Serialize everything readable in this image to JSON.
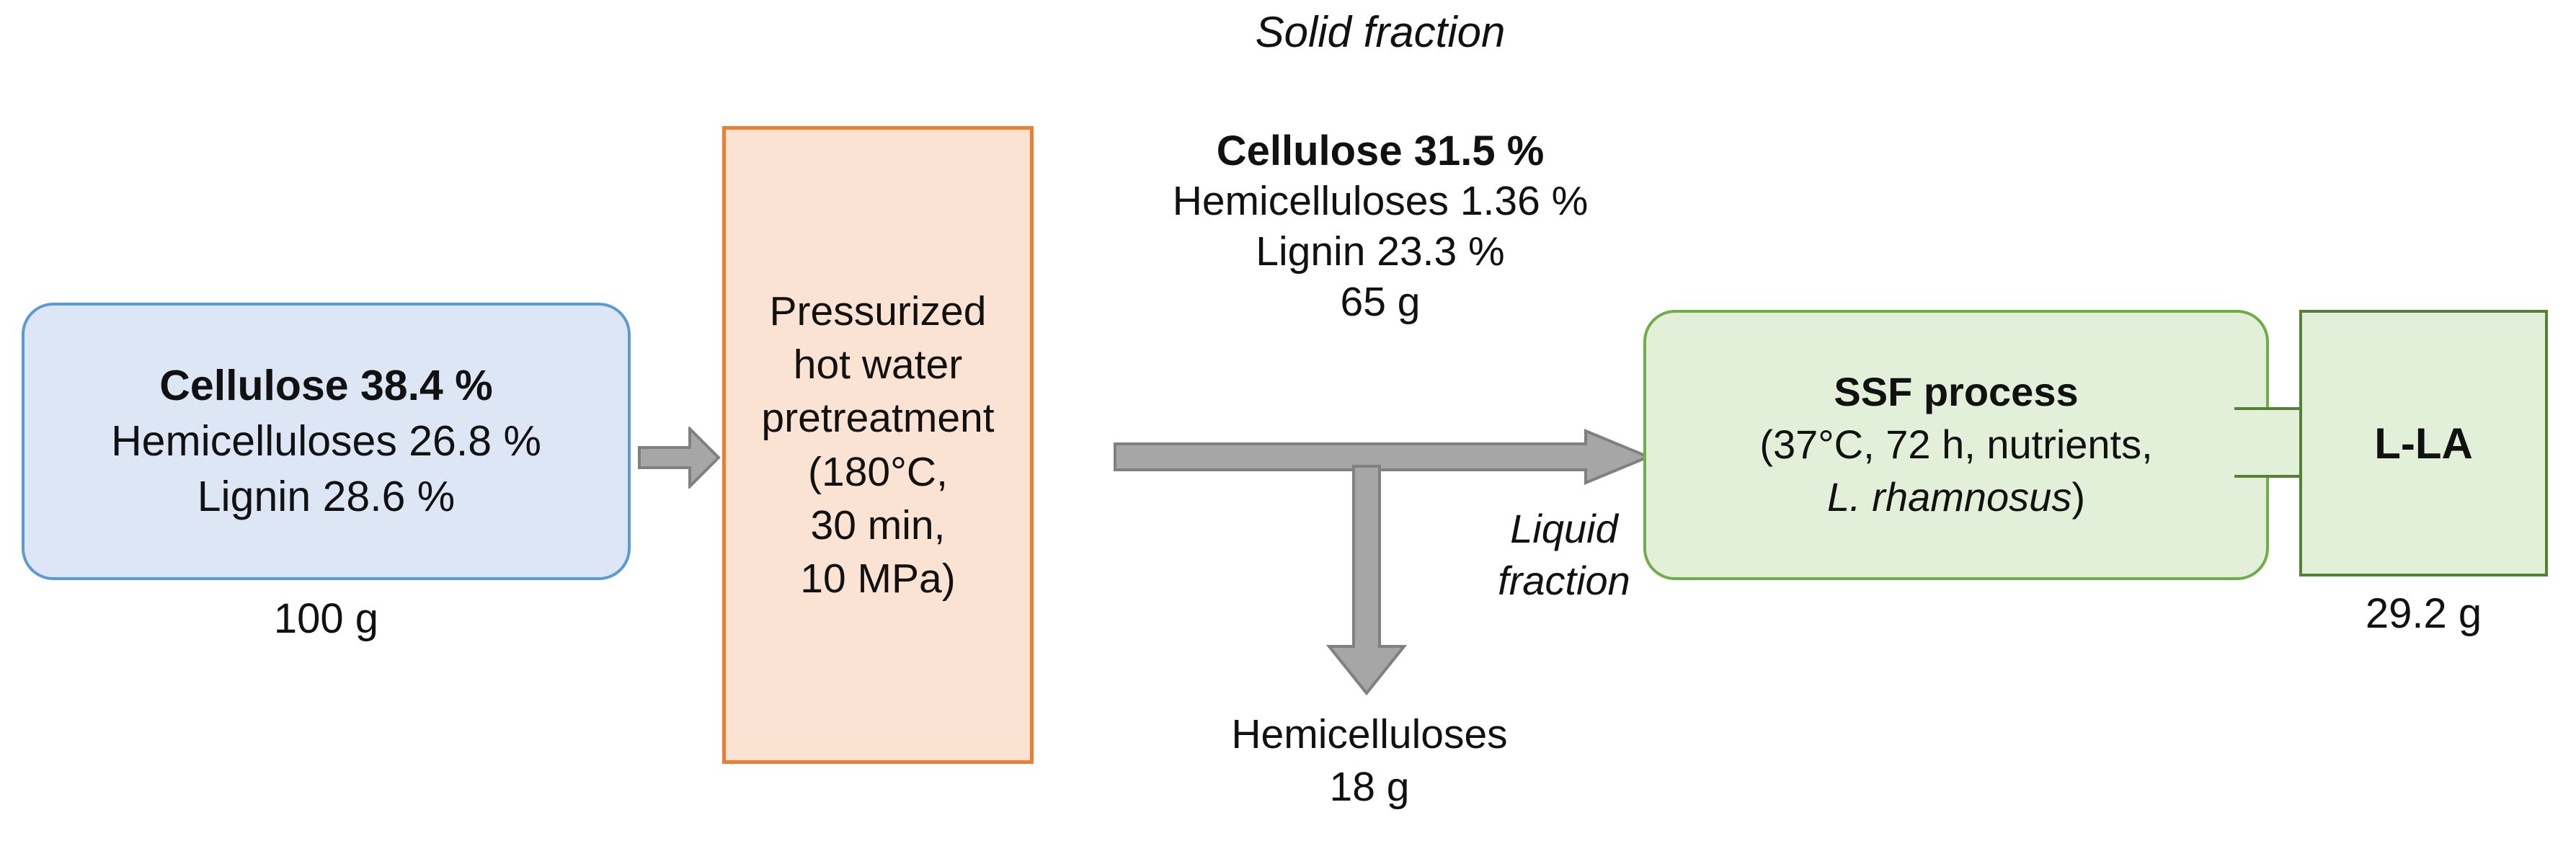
{
  "diagram": {
    "title": "Pressurized hot water pretreatment and SSF process flow for L-lactic acid production",
    "colors": {
      "feedstock_fill": "#dce6f4",
      "feedstock_border": "#5b9bd5",
      "pretreatment_fill": "#fbe3d3",
      "pretreatment_border": "#ed7d31",
      "process_fill": "#e2efd9",
      "process_border": "#70ad47",
      "product_border": "#548235",
      "arrow_fill": "#a6a6a6",
      "arrow_stroke": "#808080",
      "text": "#111111"
    }
  },
  "feedstock": {
    "line1": "Cellulose 38.4 %",
    "line2": "Hemicelluloses 26.8 %",
    "line3": "Lignin 28.6 %",
    "caption": "100 g"
  },
  "pretreatment": {
    "line1": "Pressurized",
    "line2": "hot water",
    "line3": "pretreatment",
    "line4": "(180°C,",
    "line5": "30 min,",
    "line6": "10 MPa)"
  },
  "solid_fraction": {
    "label": "Solid fraction",
    "line1": "Cellulose 31.5 %",
    "line2": "Hemicelluloses 1.36 %",
    "line3": "Lignin 23.3 %",
    "line4": "65 g"
  },
  "liquid_fraction": {
    "label_line1": "Liquid",
    "label_line2": "fraction",
    "line1": "Hemicelluloses",
    "line2": "18 g"
  },
  "ssf": {
    "line1": "SSF process",
    "line2": "(37°C, 72 h, nutrients,",
    "line3_italic": "L. rhamnosus",
    "line3_tail": ")"
  },
  "product": {
    "label": "L-LA",
    "caption": "29.2 g"
  },
  "icons": {
    "arrow_feed_to_pretreatment": "arrow-right-icon",
    "arrow_pretreatment_to_ssf": "arrow-right-icon",
    "arrow_liquid_down": "arrow-down-icon"
  }
}
